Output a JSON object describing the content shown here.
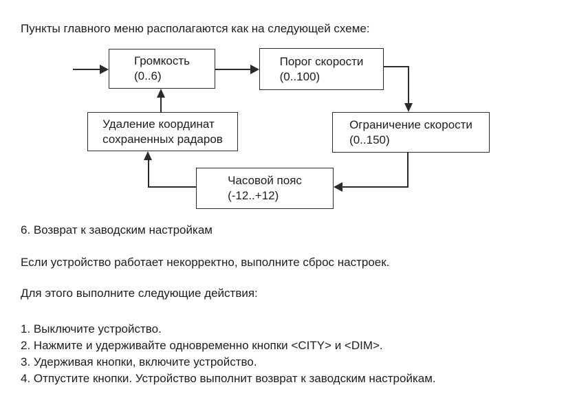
{
  "intro": "Пункты главного меню располагаются как на следующей схеме:",
  "diagram": {
    "nodes": [
      {
        "name": "volume",
        "line1": "Громкость",
        "line2": "(0..6)"
      },
      {
        "name": "speed_threshold",
        "line1": "Порог скорости",
        "line2": "(0..100)"
      },
      {
        "name": "speed_limit",
        "line1": "Ограничение скорости",
        "line2": "(0..150)"
      },
      {
        "name": "delete_radar_coords",
        "line1": "Удаление координат",
        "line2": "сохраненных радаров"
      },
      {
        "name": "timezone",
        "line1": "Часовой пояс",
        "line2": "(-12..+12)"
      }
    ],
    "flow": "entry → Громкость → Порог скорости → Ограничение скорости → Часовой пояс → Удаление координат → Громкость"
  },
  "reset_section": {
    "heading": "6. Возврат к заводским настройкам",
    "paragraph1": "Если устройство работает некорректно, выполните сброс настроек.",
    "paragraph2": "Для этого выполните следующие действия:",
    "steps": [
      "1. Выключите устройство.",
      "2. Нажмите и удерживайте одновременно кнопки <CITY> и <DIM>.",
      "3. Удерживая кнопки, включите устройство.",
      "4. Отпустите кнопки. Устройство выполнит возврат к заводским настройкам."
    ]
  },
  "colors": {
    "text": "#1d1d1d",
    "stroke": "#2b2b2b",
    "bg": "#ffffff"
  }
}
